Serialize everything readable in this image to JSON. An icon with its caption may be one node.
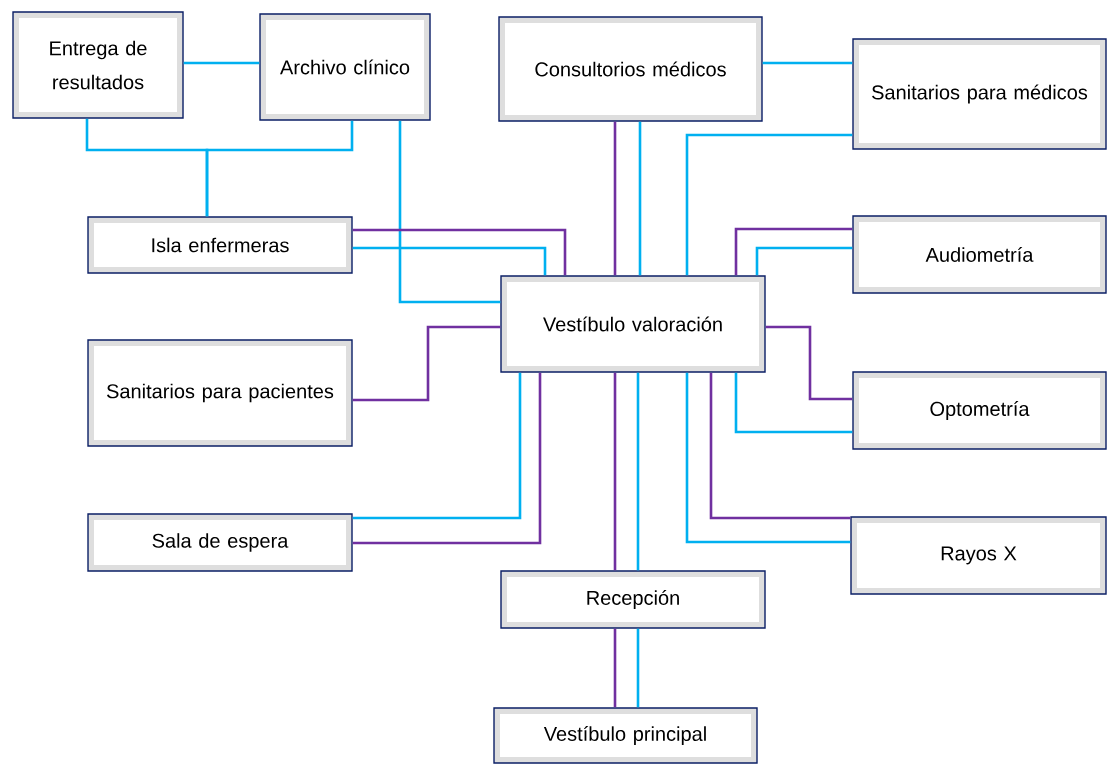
{
  "diagram": {
    "nodes": [
      {
        "text": [
          "Entrega de resultados"
        ]
      },
      {
        "text": [
          "Archivo clínico"
        ]
      },
      {
        "text": [
          "Consultorios médicos"
        ]
      },
      {
        "text": [
          "Sanitarios para médicos"
        ]
      },
      {
        "text": [
          "Isla enfermeras"
        ]
      },
      {
        "text": [
          "Audiometría"
        ]
      },
      {
        "text": [
          "Vestíbulo valoración"
        ]
      },
      {
        "text": [
          "Sanitarios para pacientes"
        ]
      },
      {
        "text": [
          "Optometría"
        ]
      },
      {
        "text": [
          "Sala de espera"
        ]
      },
      {
        "text": [
          "Rayos X"
        ]
      },
      {
        "text": [
          "Recepción"
        ]
      },
      {
        "text": [
          "Vestíbulo principal"
        ]
      }
    ],
    "edges": [
      {
        "from": 0,
        "to": 1,
        "arrow": "none"
      },
      {
        "from": 0,
        "to": 4,
        "arrow": "none"
      },
      {
        "from": 1,
        "to": 4,
        "arrow": "none"
      },
      {
        "from": 1,
        "to": 6,
        "arrow": "none"
      },
      {
        "from": 2,
        "to": 3,
        "arrow": "none"
      },
      {
        "from": 2,
        "to": 6,
        "arrow": "none",
        "color": "#7030a0"
      },
      {
        "from": 2,
        "to": 6,
        "arrow": "none"
      },
      {
        "from": 3,
        "to": 6,
        "arrow": "none"
      },
      {
        "from": 4,
        "to": 6,
        "arrow": "none",
        "color": "#7030a0"
      },
      {
        "from": 4,
        "to": 6,
        "arrow": "none"
      },
      {
        "from": 5,
        "to": 6,
        "arrow": "none",
        "color": "#7030a0"
      },
      {
        "from": 5,
        "to": 6,
        "arrow": "none"
      },
      {
        "from": 7,
        "to": 6,
        "arrow": "none",
        "color": "#7030a0"
      },
      {
        "from": 6,
        "to": 8,
        "arrow": "none",
        "color": "#7030a0"
      },
      {
        "from": 6,
        "to": 8,
        "arrow": "none"
      },
      {
        "from": 6,
        "to": 9,
        "arrow": "none"
      },
      {
        "from": 6,
        "to": 9,
        "arrow": "none",
        "color": "#7030a0"
      },
      {
        "from": 6,
        "to": 10,
        "arrow": "none",
        "color": "#7030a0"
      },
      {
        "from": 6,
        "to": 10,
        "arrow": "none"
      },
      {
        "from": 6,
        "to": 11,
        "arrow": "none",
        "color": "#7030a0"
      },
      {
        "from": 6,
        "to": 11,
        "arrow": "none"
      },
      {
        "from": 11,
        "to": 12,
        "arrow": "none",
        "color": "#7030a0"
      },
      {
        "from": 11,
        "to": 12,
        "arrow": "none"
      }
    ]
  }
}
